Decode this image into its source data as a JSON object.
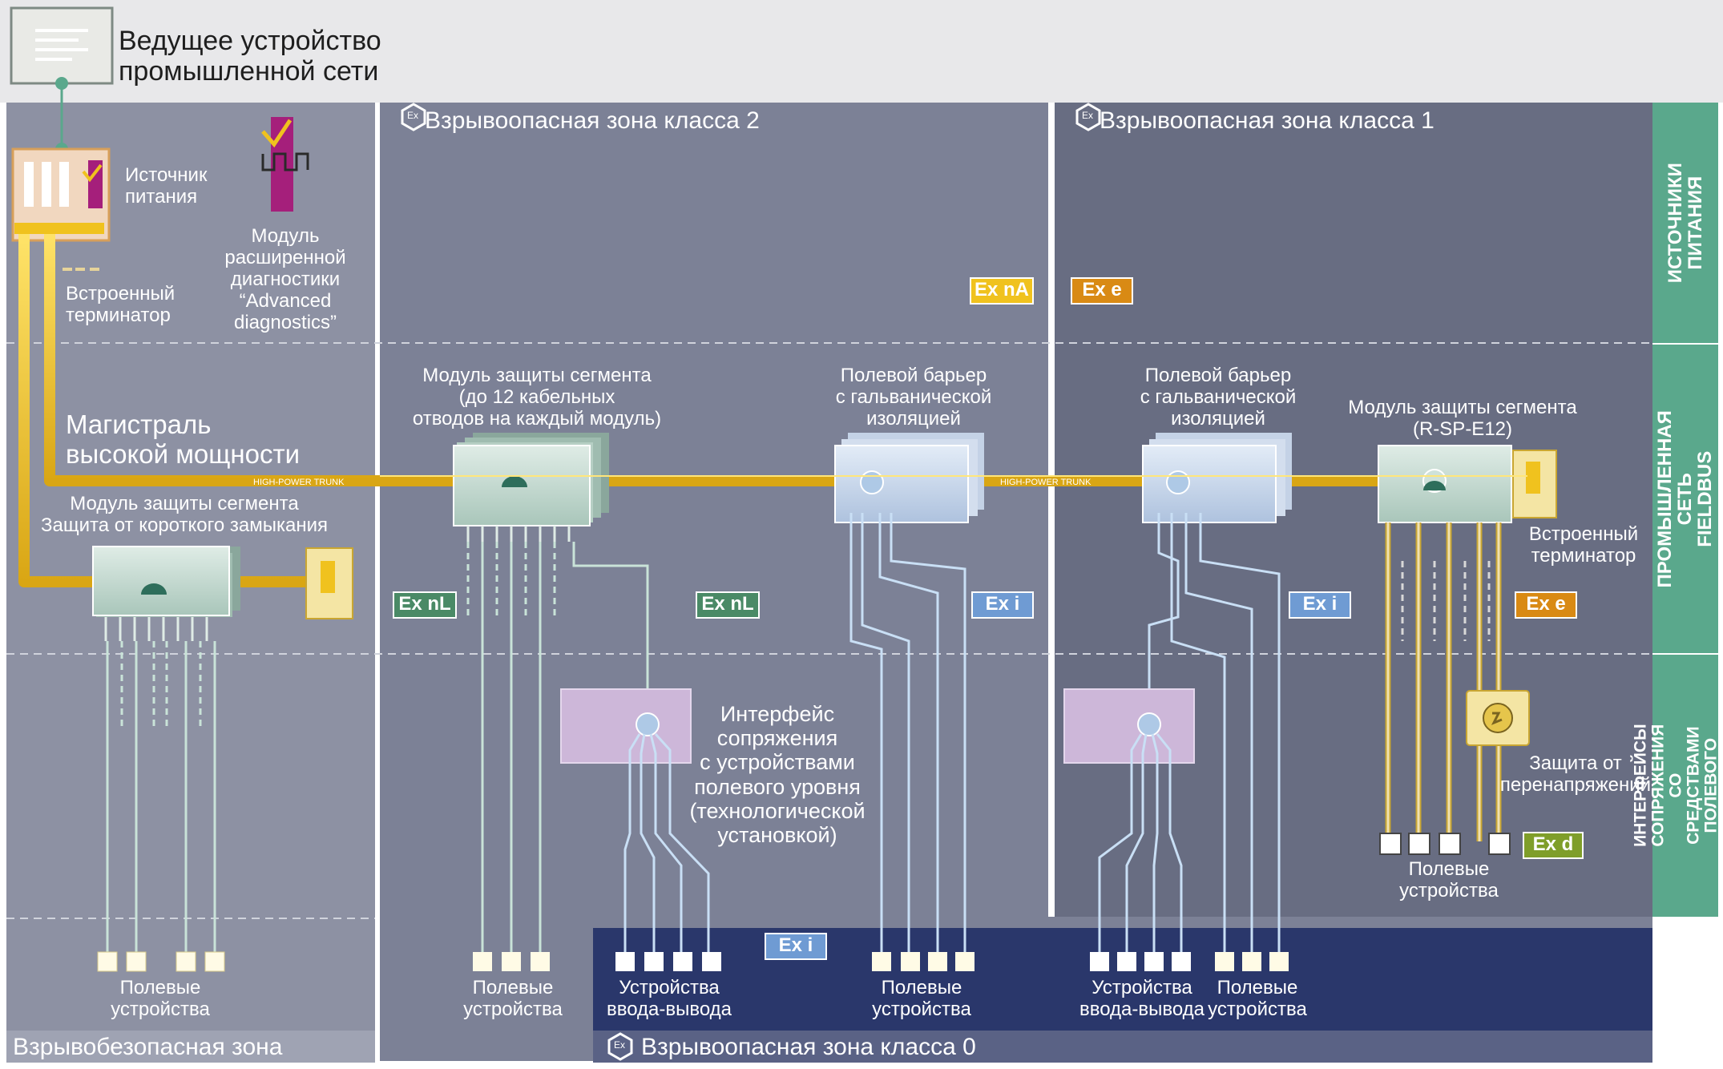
{
  "title": {
    "master_device": "Ведущее устройство\nпромышленной сети"
  },
  "zones": {
    "safe": "Взрывобезопасная зона",
    "class2": "Взрывоопасная зона класса 2",
    "class1": "Взрывоопасная зона класса 1",
    "class0": "Взрывоопасная зона класса 0",
    "ex_symbol": "Ex"
  },
  "layers": {
    "power": "ИСТОЧНИКИ ПИТАНИЯ",
    "fieldbus": "ПРОМЫШЛЕННАЯ СЕТЬ\nFIELDBUS",
    "interfaces": "ИНТЕРФЕЙСЫ СОПРЯЖЕНИЯ\nСО СРЕДСТВАМИ\nПОЛЕВОГО УРОВНЯ"
  },
  "labels": {
    "power_supply": "Источник\nпитания",
    "diag_module": "Модуль\nрасширенной\nдиагностики\n“Advanced\ndiagnostics”",
    "terminator_left": "Встроенный\nтерминатор",
    "trunk": "Магистраль\nвысокой мощности",
    "segment_short": "Модуль защиты сегмента\nЗащита от короткого замыкания",
    "segment_12": "Модуль защиты сегмента\n(до 12 кабельных\nотводов на каждый модуль)",
    "barrier_1": "Полевой барьер\nс гальванической\nизоляцией",
    "barrier_2": "Полевой барьер\nс гальванической\nизоляцией",
    "segment_rsp": "Модуль защиты сегмента\n(R-SP-E12)",
    "terminator_right": "Встроенный\nтерминатор",
    "interface_process": "Интерфейс\nсопряжения\nс устройствами\nполевого уровня\n(технологической\nустановкой)",
    "surge": "Защита от\nперенапряжений",
    "field_devices": "Полевые\nустройства",
    "io_devices": "Устройства\nввода-вывода",
    "trunk_tag": "HIGH-POWER TRUNK"
  },
  "badges": {
    "ex_na": "Ex nA",
    "ex_e": "Ex e",
    "ex_nl": "Ex nL",
    "ex_i": "Ex i",
    "ex_d": "Ex d"
  },
  "colors": {
    "zone_safe": "#8d91a3",
    "zone_class2": "#7c8196",
    "zone_class1": "#686d82",
    "zone_class0": "#2a376b",
    "layer_tab": "#5aa88c",
    "trunk": "#f0c21e",
    "badge_yellow": "#f0c21e",
    "badge_orange": "#d98a14",
    "badge_green": "#4a8a66",
    "badge_blue": "#6f9bd3",
    "badge_olive": "#7f9e2a",
    "diag_module": "#a51f7b"
  }
}
